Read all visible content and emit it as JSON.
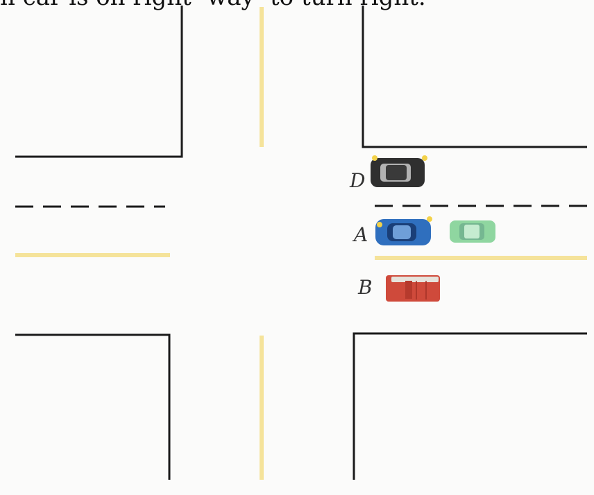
{
  "header": {
    "text": "n car is on right- way- to turn right."
  },
  "cars": [
    {
      "label": "D",
      "color": "#2f2f2f",
      "accent": "#e9e9ea"
    },
    {
      "label": "A",
      "color": "#2f6fbe",
      "accent": "#1a3f78"
    },
    {
      "label": "B",
      "color": "#cf4a3b",
      "accent": "#e6e3dc"
    },
    {
      "label": "",
      "color": "#8fd6a0",
      "accent": "#6aa98a"
    }
  ],
  "colors": {
    "block_line": "#1a1a1a",
    "yellow_line": "#f5e39a",
    "dashed_line": "#1a1a1a",
    "paper": "#fbfbfa"
  }
}
